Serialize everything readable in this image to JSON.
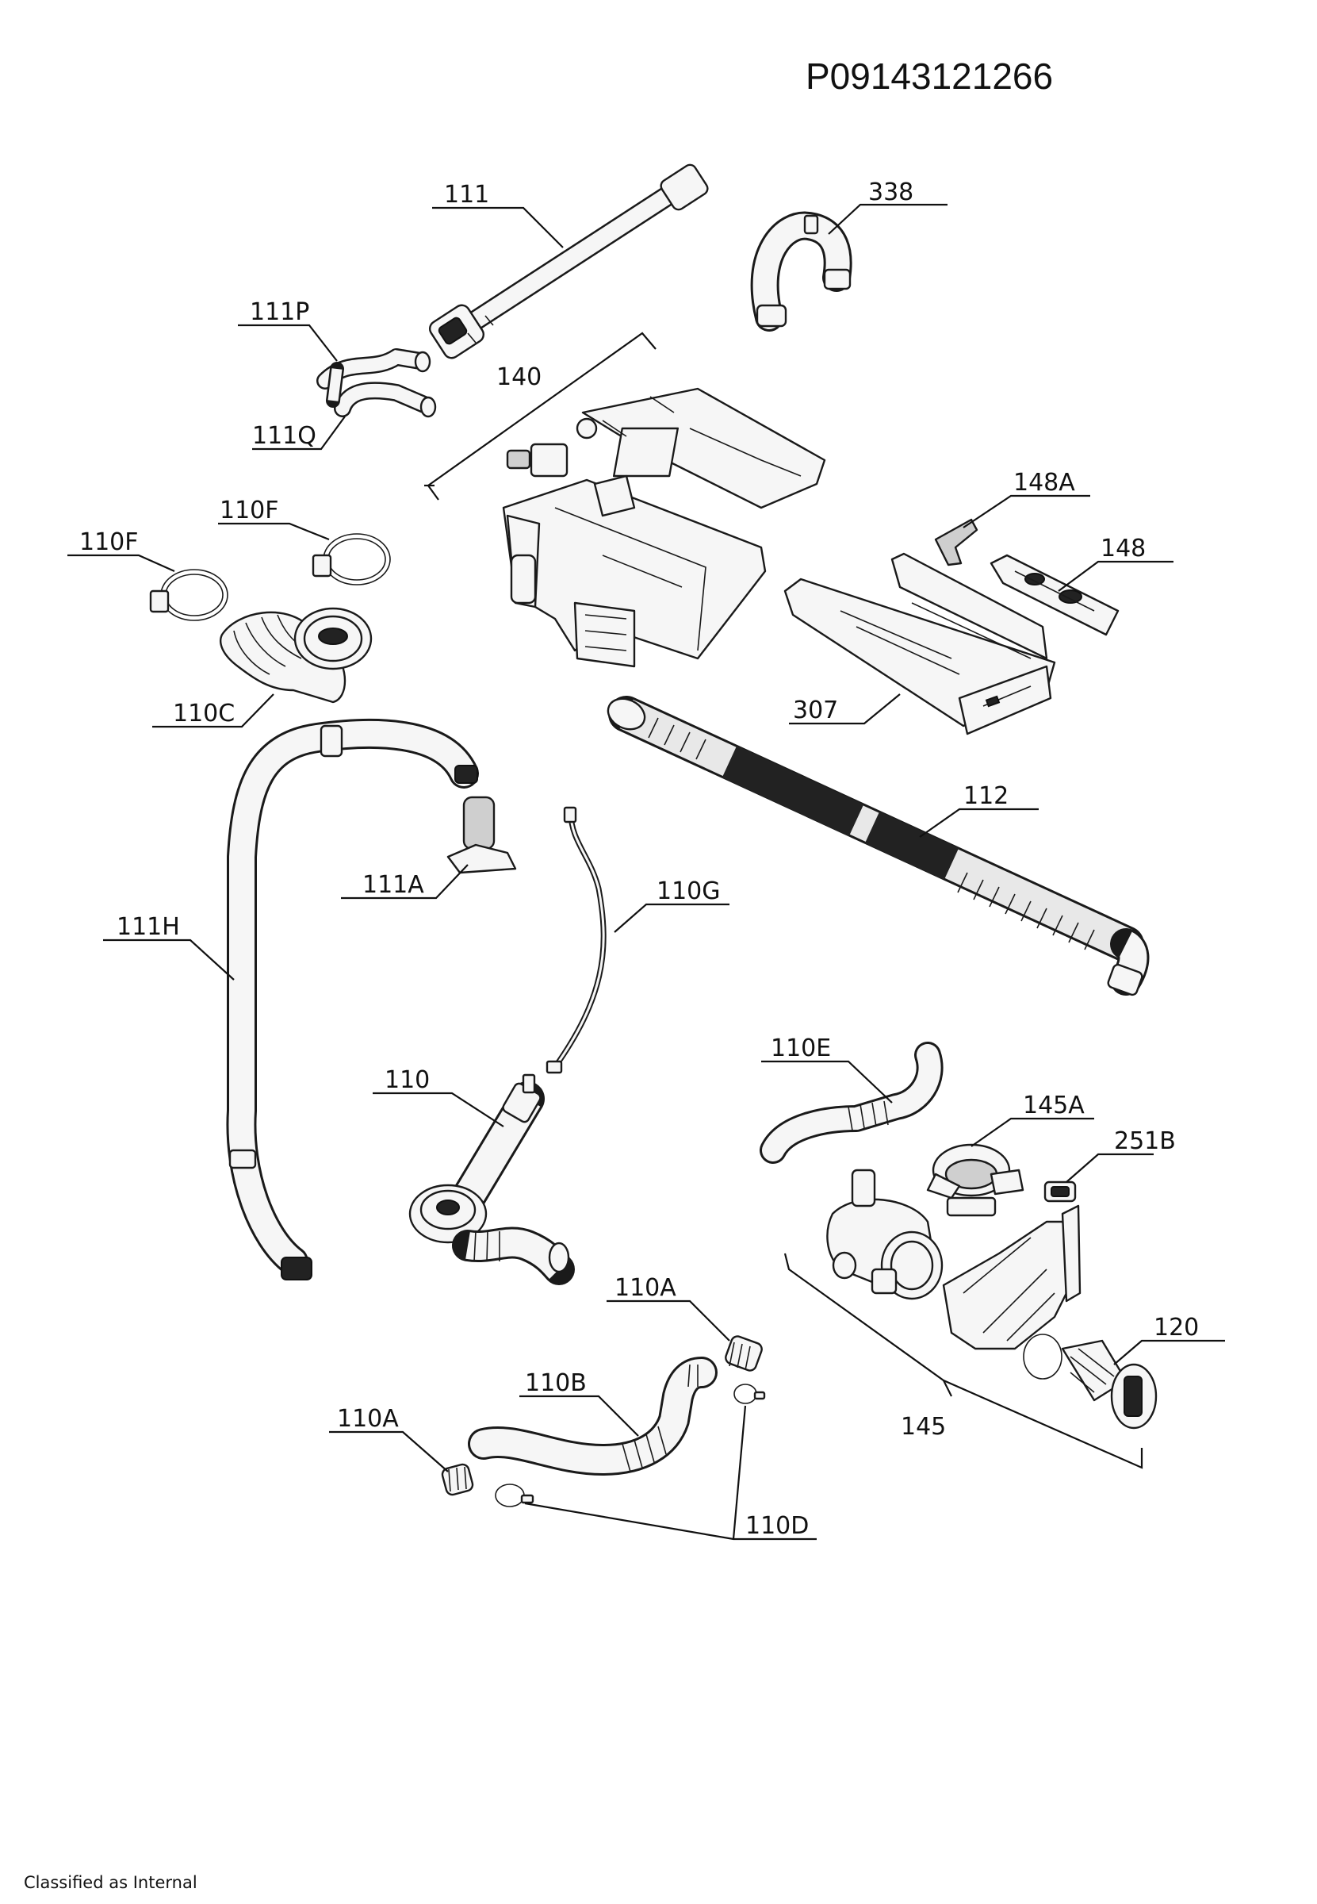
{
  "document_id": "P09143121266",
  "footer": "Classified as Internal",
  "parts": [
    {
      "id": "111"
    },
    {
      "id": "338"
    },
    {
      "id": "111P"
    },
    {
      "id": "140"
    },
    {
      "id": "111Q"
    },
    {
      "id": "148A"
    },
    {
      "id": "110F"
    },
    {
      "id": "110F"
    },
    {
      "id": "148"
    },
    {
      "id": "110C"
    },
    {
      "id": "307"
    },
    {
      "id": "112"
    },
    {
      "id": "111A"
    },
    {
      "id": "110G"
    },
    {
      "id": "111H"
    },
    {
      "id": "110E"
    },
    {
      "id": "110"
    },
    {
      "id": "145A"
    },
    {
      "id": "251B"
    },
    {
      "id": "120"
    },
    {
      "id": "110A"
    },
    {
      "id": "110B"
    },
    {
      "id": "145"
    },
    {
      "id": "110A"
    },
    {
      "id": "110D"
    }
  ]
}
